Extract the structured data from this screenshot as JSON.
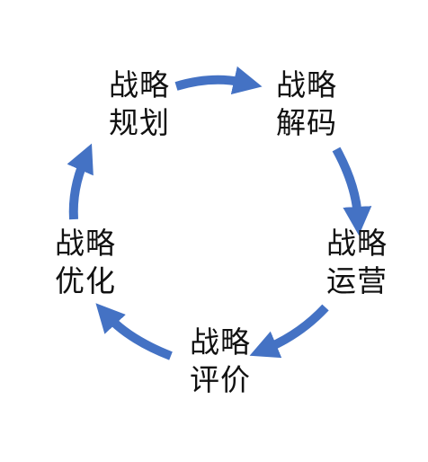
{
  "stages": [
    {
      "line1": "战略",
      "line2": "规划"
    },
    {
      "line1": "战略",
      "line2": "解码"
    },
    {
      "line1": "战略",
      "line2": "运营"
    },
    {
      "line1": "战略",
      "line2": "评价"
    },
    {
      "line1": "战略",
      "line2": "优化"
    }
  ],
  "colors": {
    "arrow": "#4472C4",
    "text": "#111111",
    "background": "#ffffff"
  }
}
